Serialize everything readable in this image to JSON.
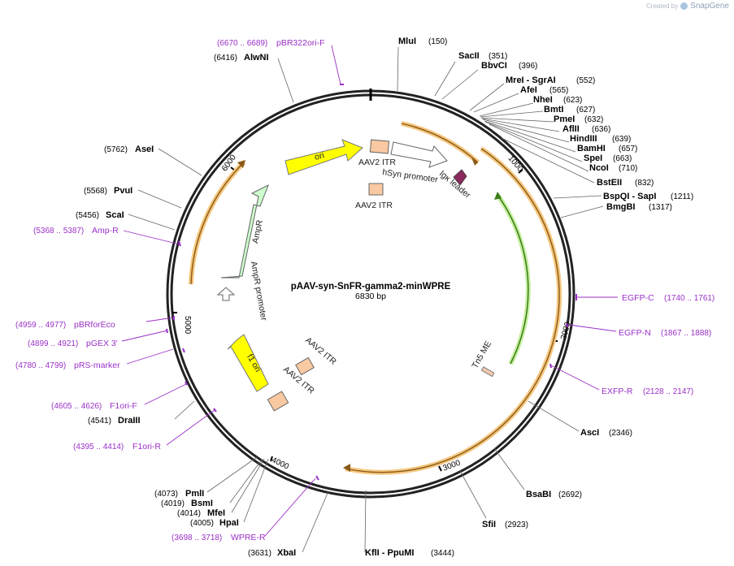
{
  "branding": {
    "created_by": "Created by",
    "brand": "SnapGene"
  },
  "plasmid": {
    "name": "pAAV-syn-SnFR-gamma2-minWPRE",
    "length_label": "6830 bp"
  },
  "ticks": [
    "1000",
    "2000",
    "3000",
    "4000",
    "5000",
    "6000"
  ],
  "sites": [
    {
      "name": "MluI",
      "pos": "(150)"
    },
    {
      "name": "SacII",
      "pos": "(351)"
    },
    {
      "name": "BbvCI",
      "pos": "(396)"
    },
    {
      "name": "MreI - SgrAI",
      "pos": "(552)"
    },
    {
      "name": "AfeI",
      "pos": "(565)"
    },
    {
      "name": "NheI",
      "pos": "(623)"
    },
    {
      "name": "BmtI",
      "pos": "(627)"
    },
    {
      "name": "PmeI",
      "pos": "(632)"
    },
    {
      "name": "AflII",
      "pos": "(636)"
    },
    {
      "name": "HindIII",
      "pos": "(639)"
    },
    {
      "name": "BamHI",
      "pos": "(657)"
    },
    {
      "name": "SpeI",
      "pos": "(663)"
    },
    {
      "name": "NcoI",
      "pos": "(710)"
    },
    {
      "name": "BstEII",
      "pos": "(832)"
    },
    {
      "name": "BspQI - SapI",
      "pos": "(1211)"
    },
    {
      "name": "BmgBI",
      "pos": "(1317)"
    },
    {
      "name": "AscI",
      "pos": "(2346)"
    },
    {
      "name": "BsaBI",
      "pos": "(2692)"
    },
    {
      "name": "SfiI",
      "pos": "(2923)"
    },
    {
      "name": "KflI - PpuMI",
      "pos": "(3444)"
    },
    {
      "name": "XbaI",
      "pos": "(3631)"
    },
    {
      "name": "HpaI",
      "pos": "(4005)"
    },
    {
      "name": "MfeI",
      "pos": "(4014)"
    },
    {
      "name": "BsmI",
      "pos": "(4019)"
    },
    {
      "name": "PmlI",
      "pos": "(4073)"
    },
    {
      "name": "DraIII",
      "pos": "(4541)"
    },
    {
      "name": "ScaI",
      "pos": "(5456)"
    },
    {
      "name": "PvuI",
      "pos": "(5568)"
    },
    {
      "name": "AseI",
      "pos": "(5762)"
    },
    {
      "name": "AlwNI",
      "pos": "(6416)"
    }
  ],
  "primers": [
    {
      "name": "pBR322ori-F",
      "pos": "(6670 .. 6689)"
    },
    {
      "name": "Amp-R",
      "pos": "(5368 .. 5387)"
    },
    {
      "name": "pBRforEco",
      "pos": "(4959 .. 4977)"
    },
    {
      "name": "pGEX 3'",
      "pos": "(4899 .. 4921)"
    },
    {
      "name": "pRS-marker",
      "pos": "(4780 .. 4799)"
    },
    {
      "name": "F1ori-F",
      "pos": "(4605 .. 4626)"
    },
    {
      "name": "F1ori-R",
      "pos": "(4395 .. 4414)"
    },
    {
      "name": "WPRE-R",
      "pos": "(3698 .. 3718)"
    },
    {
      "name": "EGFP-C",
      "pos": "(1740 .. 1761)"
    },
    {
      "name": "EGFP-N",
      "pos": "(1867 .. 1888)"
    },
    {
      "name": "EXFP-R",
      "pos": "(2128 .. 2147)"
    }
  ],
  "features": [
    {
      "name": "ori"
    },
    {
      "name": "AAV2 ITR"
    },
    {
      "name": "hSyn promoter"
    },
    {
      "name": "Igκ leader"
    },
    {
      "name": "AAV2 ITR"
    },
    {
      "name": "AmpR"
    },
    {
      "name": "AmpR promoter"
    },
    {
      "name": "f1 ori"
    },
    {
      "name": "AAV2 ITR"
    },
    {
      "name": "AAV2 ITR"
    },
    {
      "name": "Tn5 ME"
    }
  ],
  "colors": {
    "backbone": "#222222",
    "primer": "#9b30c8",
    "ori": "#ffff00",
    "itr": "#f9c9a1",
    "amp": "#ccffcc",
    "leader": "#8b2a5e",
    "orange_arc": "#f5c77e",
    "green_arc": "#7fc24a"
  }
}
